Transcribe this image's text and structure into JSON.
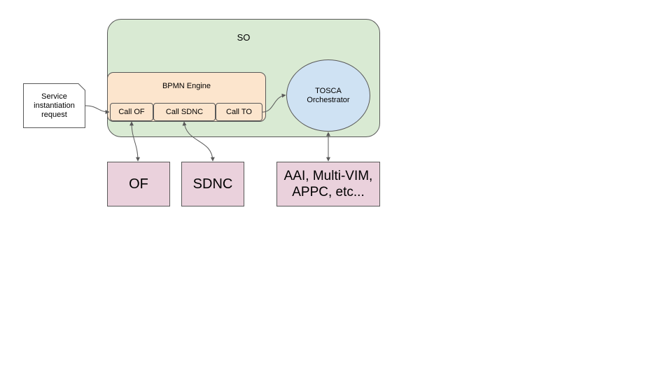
{
  "so": {
    "label": "SO"
  },
  "bpmn": {
    "label": "BPMN Engine",
    "calls": [
      "Call OF",
      "Call SDNC",
      "Call TO"
    ]
  },
  "tosca": {
    "label_line1": "TOSCA",
    "label_line2": "Orchestrator"
  },
  "request": {
    "line1": "Service",
    "line2": "instantiation",
    "line3": "request"
  },
  "external": {
    "of": "OF",
    "sdnc": "SDNC",
    "aai_line1": "AAI, Multi-VIM,",
    "aai_line2": "APPC, etc..."
  },
  "colors": {
    "so_fill": "#d9ead3",
    "bpmn_fill": "#fce5cd",
    "tosca_fill": "#cfe2f3",
    "external_fill": "#ead1dc",
    "stroke": "#595959"
  }
}
